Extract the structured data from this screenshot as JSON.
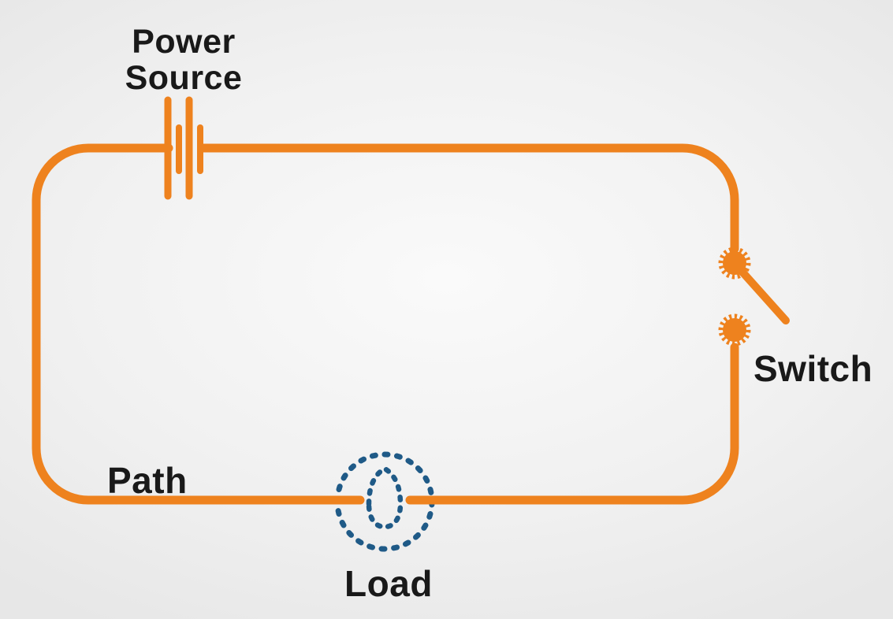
{
  "diagram": {
    "type": "simple-electric-circuit",
    "labels": {
      "power_source_line1": "Power",
      "power_source_line2": "Source",
      "switch": "Switch",
      "path": "Path",
      "load": "Load"
    },
    "components": [
      {
        "name": "power-source",
        "symbol": "battery-cells"
      },
      {
        "name": "switch",
        "symbol": "open-switch-with-gear-nodes"
      },
      {
        "name": "load",
        "symbol": "dashed-light-bulb"
      },
      {
        "name": "path",
        "symbol": "rounded-rect-wire-loop"
      }
    ]
  },
  "colors": {
    "wire": "#EE821E",
    "load_blue": "#1F5A87",
    "text": "#191919",
    "bg_center": "#FAFAFA",
    "bg_edge": "#E7E7E7"
  }
}
